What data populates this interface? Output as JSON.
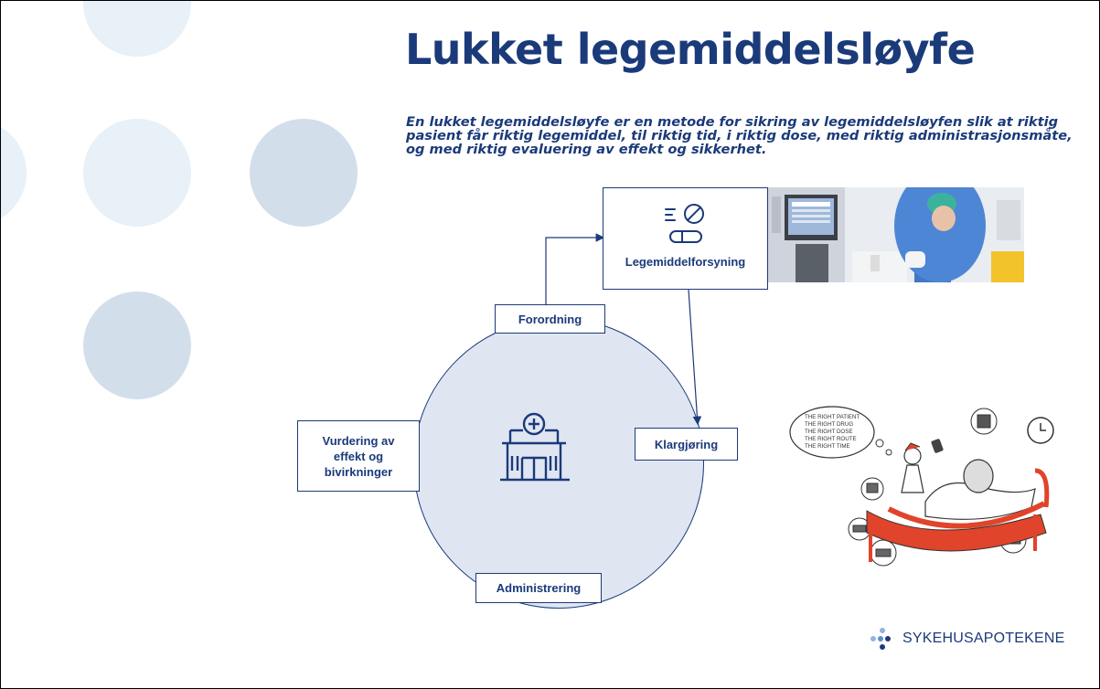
{
  "title": "Lukket legemiddelsløyfe",
  "subtitle": "En lukket legemiddelsløyfe er en metode for sikring av legemiddelsløyfen slik at riktig pasient får riktig legemiddel, til riktig tid, i riktig dose, med riktig administrasjonsmåte, og med riktig evaluering av effekt og sikkerhet.",
  "diagram": {
    "supply_label": "Legemiddelforsyning",
    "order_label": "Forordning",
    "prep_label": "Klargjøring",
    "admin_label": "Administrering",
    "evaluation_label": "Vurdering av effekt og bivirkninger"
  },
  "cartoon": {
    "thought_lines": [
      "THE RIGHT PATIENT",
      "THE RIGHT DRUG",
      "THE RIGHT DOSE",
      "THE RIGHT ROUTE",
      "THE RIGHT TIME"
    ]
  },
  "logo": {
    "text": "SYKEHUSAPOTEKENE"
  },
  "icons": [
    "pills-icon",
    "hospital-icon",
    "clock-icon",
    "barcode-icon"
  ],
  "colors": {
    "primary": "#1b3a7a",
    "circle_fill": "#dfe6f2",
    "deco_light": "#e8f0f8",
    "deco_mid": "#d3deeb",
    "bed_red": "#e0442b"
  }
}
